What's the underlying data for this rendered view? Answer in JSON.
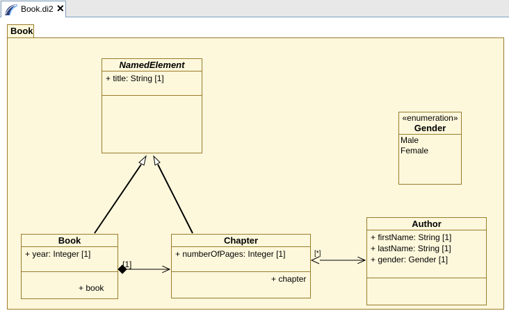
{
  "tab": {
    "title": "Book.di2",
    "icon": "papyrus-editor-icon",
    "close": "✕"
  },
  "package": {
    "name": "Book"
  },
  "classes": {
    "named_element": {
      "name": "NamedElement",
      "attributes": [
        "+ title: String [1]"
      ]
    },
    "book": {
      "name": "Book",
      "attributes": [
        "+ year: Integer [1]"
      ],
      "role": "+ book"
    },
    "chapter": {
      "name": "Chapter",
      "attributes": [
        "+ numberOfPages: Integer [1]"
      ],
      "role": "+ chapter"
    },
    "author": {
      "name": "Author",
      "attributes": [
        "+ firstName: String [1]",
        "+ lastName: String [1]",
        "+ gender: Gender [1]"
      ]
    }
  },
  "enumeration": {
    "stereotype": "«enumeration»",
    "name": "Gender",
    "literals": [
      "Male",
      "Female"
    ]
  },
  "associations": {
    "book_chapter": {
      "multiplicity": "[1]"
    },
    "chapter_author": {
      "multiplicity": "[*]"
    }
  },
  "colors": {
    "fill": "#fdf8dc",
    "border": "#9a7a2b",
    "tab_border": "#7d9ec0"
  }
}
